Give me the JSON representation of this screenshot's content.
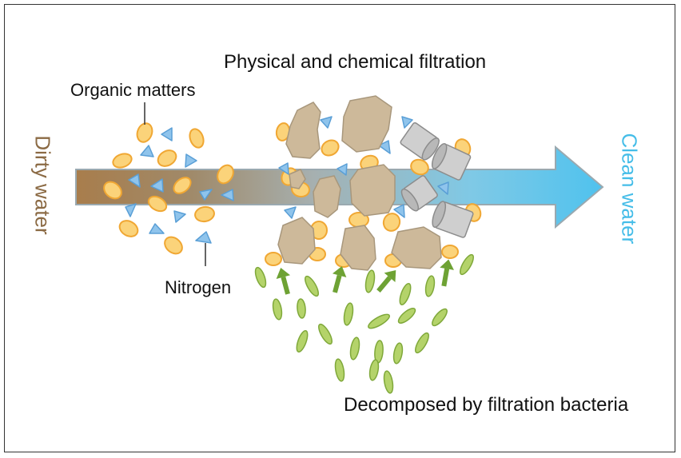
{
  "labels": {
    "title": "Physical and chemical filtration",
    "organic_matters": "Organic matters",
    "nitrogen": "Nitrogen",
    "dirty_water": "Dirty water",
    "clean_water": "Clean water",
    "bacteria": "Decomposed by filtration bacteria"
  },
  "colors": {
    "dirty": "#8b6a44",
    "clean": "#45bde8",
    "organic_fill": "#fbd37a",
    "organic_stroke": "#f0a733",
    "nitrogen_fill": "#8fc4ec",
    "rock_fill": "#cdb99a",
    "rock_stroke": "#a8977c",
    "cylinder_fill": "#cfcfcf",
    "bacteria_fill": "#b4d36a",
    "bacteria_stroke": "#7fa83a",
    "arrow_green": "#6ea234"
  }
}
